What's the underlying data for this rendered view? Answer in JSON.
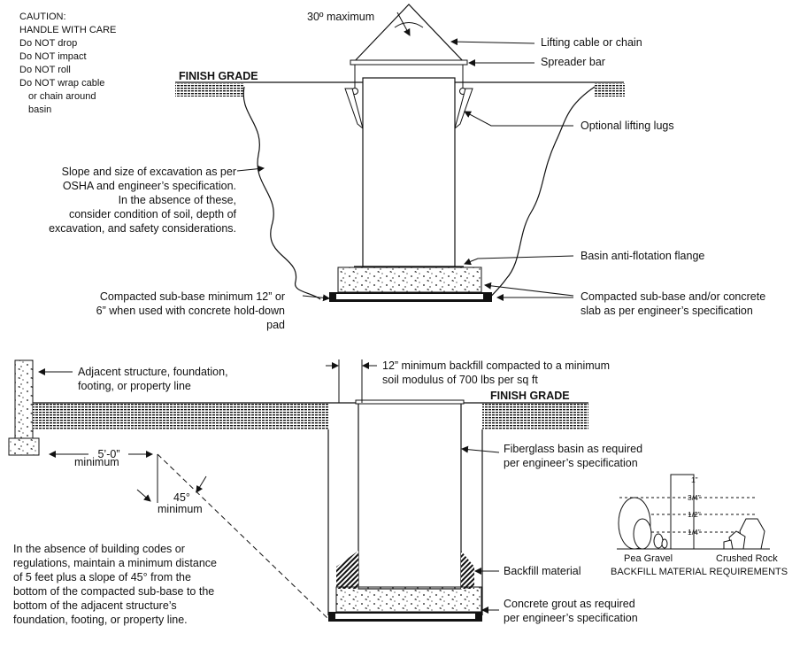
{
  "caution": {
    "lines": [
      "CAUTION:",
      "HANDLE WITH CARE",
      "Do NOT drop",
      "Do NOT impact",
      "Do NOT roll",
      "Do NOT wrap cable",
      "or chain around",
      "basin"
    ]
  },
  "top": {
    "angle_label": "30º maximum",
    "finish_grade": "FINISH GRADE",
    "callouts": {
      "lifting_cable": "Lifting cable or chain",
      "spreader_bar": "Spreader bar",
      "lifting_lugs": "Optional lifting lugs",
      "flange": "Basin anti-flotation flange",
      "slab": [
        "Compacted sub-base and/or concrete",
        "slab as per engineer’s specification"
      ],
      "excavation": [
        "Slope and size of excavation as per",
        "OSHA and engineer’s specification.",
        "In the absence of these,",
        "consider condition of soil, depth of",
        "excavation, and safety considerations."
      ],
      "subbase": [
        "Compacted sub-base minimum 12” or",
        "6” when used with concrete hold-down",
        "pad"
      ]
    }
  },
  "bottom": {
    "finish_grade": "FINISH GRADE",
    "callouts": {
      "adjacent": [
        "Adjacent structure, foundation,",
        "footing, or property line"
      ],
      "backfill_12": [
        "12” minimum backfill compacted to a minimum",
        "soil modulus of 700 lbs per sq ft"
      ],
      "fiberglass": [
        "Fiberglass basin as required",
        "per engineer’s specification"
      ],
      "backfill_material": "Backfill material",
      "grout": [
        "Concrete grout as required",
        "per engineer’s specification"
      ],
      "distance": [
        "5’-0”",
        "minimum"
      ],
      "angle": [
        "45°",
        "minimum"
      ],
      "note": [
        "In the absence of building codes or",
        "regulations, maintain a minimum distance",
        "of 5 feet plus a slope of 45° from the",
        "bottom of the compacted sub-base to the",
        "bottom of the adjacent structure’s",
        "foundation, footing, or property line."
      ]
    }
  },
  "legend": {
    "scale": [
      "1”",
      "3/4”",
      "1/2”",
      "1/4”"
    ],
    "pea_gravel": "Pea Gravel",
    "crushed_rock": "Crushed Rock",
    "title": "BACKFILL MATERIAL REQUIREMENTS"
  }
}
